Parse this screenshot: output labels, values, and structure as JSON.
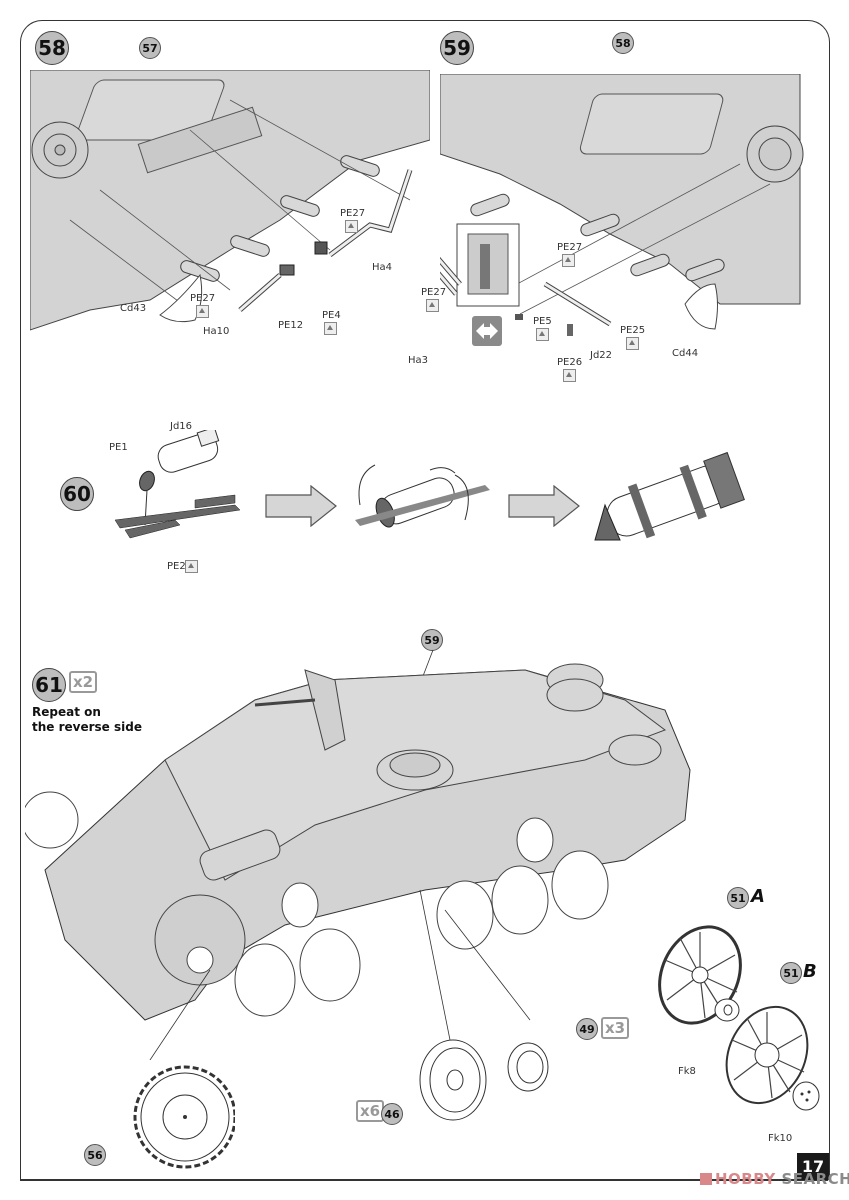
{
  "page": {
    "number": "17",
    "watermark": {
      "brand": "HOBBY",
      "suffix": " SEARCH",
      "icon": "hobby-search-logo-icon"
    }
  },
  "steps": [
    {
      "number": "58",
      "callouts": [
        "57"
      ],
      "parts": [
        "PE27",
        "Ha4",
        "Cd43",
        "PE27",
        "Ha10",
        "PE12",
        "PE4"
      ]
    },
    {
      "number": "59",
      "callouts": [
        "58"
      ],
      "parts": [
        "PE27",
        "PE27",
        "PE5",
        "PE25",
        "PE26",
        "Jd22",
        "Ha3",
        "Cd44"
      ],
      "symbol": "bend-both-directions-icon"
    },
    {
      "number": "60",
      "parts": [
        "Jd16",
        "PE1",
        "PE2"
      ]
    },
    {
      "number": "61",
      "multiplier": "x2",
      "note_line1": "Repeat on",
      "note_line2": "the reverse side",
      "callouts": [
        {
          "id": "59"
        },
        {
          "id": "51",
          "variant": "A"
        },
        {
          "id": "51",
          "variant": "B"
        },
        {
          "id": "49",
          "multiplier": "x3"
        },
        {
          "id": "46",
          "multiplier": "x6"
        },
        {
          "id": "56"
        }
      ],
      "parts": [
        "Fk8",
        "Fk10"
      ]
    }
  ],
  "colors": {
    "hull": "#d3d3d3",
    "line": "#333333",
    "pe_part": "#6b6b6b",
    "callout_bg": "#bdbdbd"
  }
}
